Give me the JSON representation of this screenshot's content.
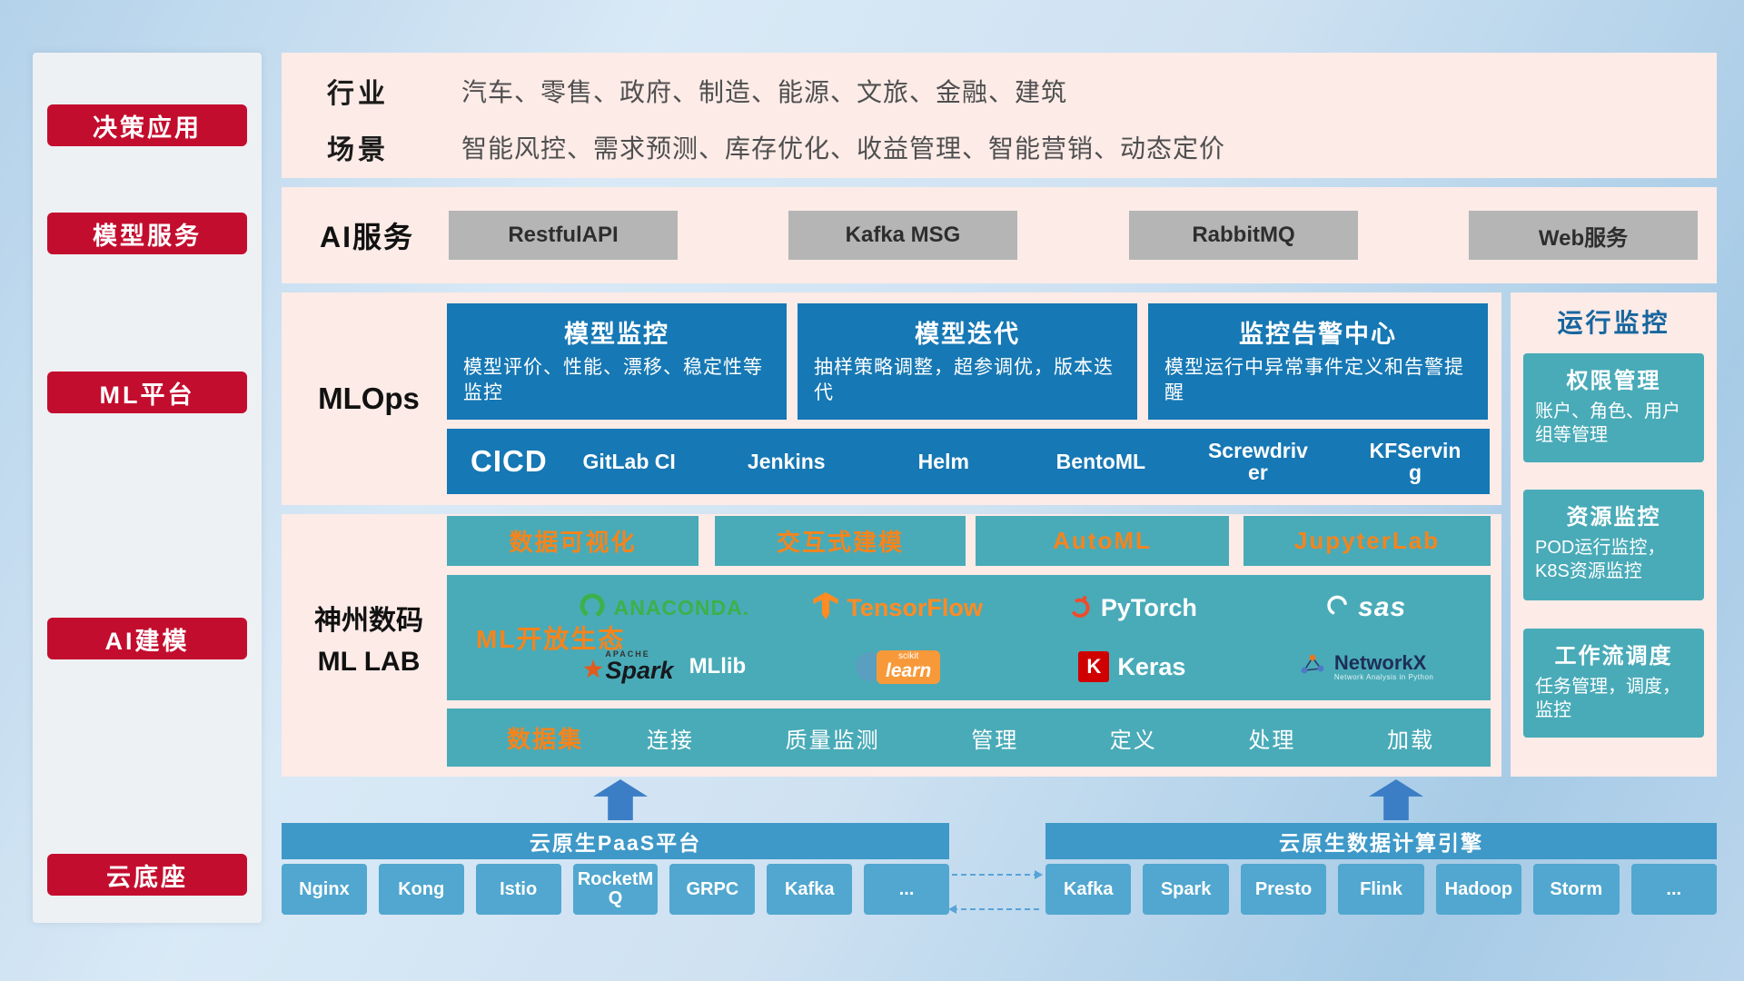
{
  "colors": {
    "accent_red": "#c30d2e",
    "panel_pink": "#fcebe7",
    "deep_blue": "#1678b4",
    "teal": "#49abb8",
    "orange_accent": "#f5841c",
    "header_blue": "#3e99c8",
    "button_blue": "#51a7cf",
    "arrow_blue": "#3b7ec6"
  },
  "sidebar": {
    "items": [
      {
        "label": "决策应用"
      },
      {
        "label": "模型服务"
      },
      {
        "label": "ML平台"
      },
      {
        "label": "AI建模"
      },
      {
        "label": "云底座"
      }
    ]
  },
  "industry": {
    "row1_label": "行业",
    "row1_text": "汽车、零售、政府、制造、能源、文旅、金融、建筑",
    "row2_label": "场景",
    "row2_text": "智能风控、需求预测、库存优化、收益管理、智能营销、动态定价"
  },
  "ai_service": {
    "label": "AI服务",
    "buttons": [
      "RestfulAPI",
      "Kafka MSG",
      "RabbitMQ",
      "Web服务"
    ]
  },
  "mlops": {
    "label": "MLOps",
    "cards": [
      {
        "title": "模型监控",
        "desc": "模型评价、性能、漂移、稳定性等监控"
      },
      {
        "title": "模型迭代",
        "desc": "抽样策略调整，超参调优，版本迭代"
      },
      {
        "title": "监控告警中心",
        "desc": "模型运行中异常事件定义和告警提醒"
      }
    ],
    "cicd_label": "CICD",
    "cicd_items": [
      "GitLab CI",
      "Jenkins",
      "Helm",
      "BentoML",
      "Screwdriver",
      "KFServing"
    ]
  },
  "monitor": {
    "title": "运行监控",
    "cards": [
      {
        "title": "权限管理",
        "desc": "账户、角色、用户组等管理"
      },
      {
        "title": "资源监控",
        "desc": "POD运行监控，K8S资源监控"
      },
      {
        "title": "工作流调度",
        "desc": "任务管理，调度，监控"
      }
    ]
  },
  "mllab": {
    "label_line1": "神州数码",
    "label_line2": "ML LAB",
    "tools": [
      "数据可视化",
      "交互式建模",
      "AutoML",
      "JupyterLab"
    ],
    "eco_label": "ML开放生态",
    "logos": {
      "anaconda": "ANACONDA.",
      "tensorflow": "TensorFlow",
      "pytorch": "PyTorch",
      "sas": "sas",
      "spark_apache": "APACHE",
      "spark": "Spark",
      "mllib": "MLlib",
      "sklearn_top": "scikit",
      "sklearn": "learn",
      "keras_initial": "K",
      "keras": "Keras",
      "networkx": "NetworkX",
      "networkx_sub": "Network Analysis in Python"
    },
    "dataset_label": "数据集",
    "dataset_items": [
      "连接",
      "质量监测",
      "管理",
      "定义",
      "处理",
      "加载"
    ]
  },
  "bottom": {
    "paas": {
      "title": "云原生PaaS平台",
      "items": [
        "Nginx",
        "Kong",
        "Istio",
        "RocketMQ",
        "GRPC",
        "Kafka",
        "..."
      ]
    },
    "engine": {
      "title": "云原生数据计算引擎",
      "items": [
        "Kafka",
        "Spark",
        "Presto",
        "Flink",
        "Hadoop",
        "Storm",
        "..."
      ]
    }
  }
}
